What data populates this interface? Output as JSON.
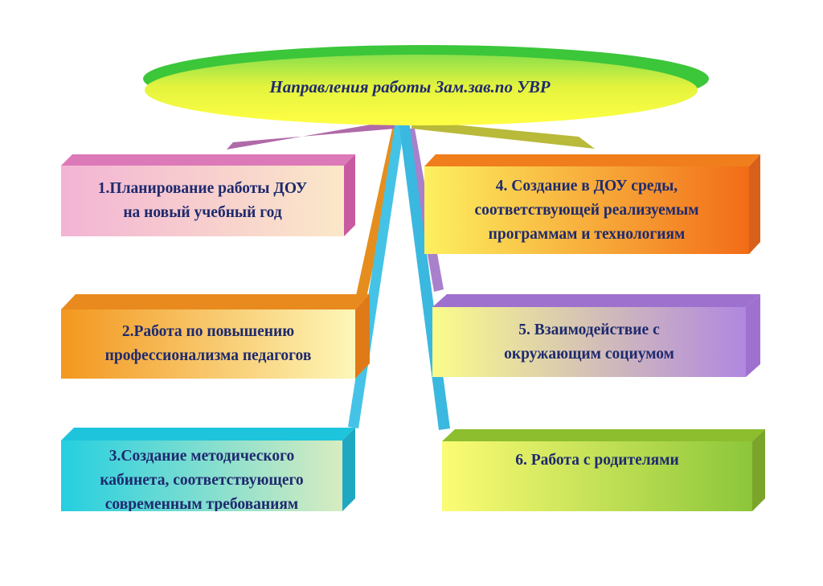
{
  "title": "Направления работы Зам.зав.по УВР",
  "colors": {
    "text": "#1e2a6e",
    "ellipse_top": "#3cc63a",
    "ellipse_face": "#f0f540",
    "connector_cyan": "#4cc6e6",
    "connector_orange": "#e89a2a",
    "connector_violet": "#a784c8",
    "connector_olive": "#b5b43a"
  },
  "boxes": [
    {
      "id": "1",
      "lines": [
        "1.Планирование работы ДОУ",
        "на новый учебный год"
      ],
      "color_face": "#f3c8d8",
      "color_side": "#c85ba0"
    },
    {
      "id": "2",
      "lines": [
        "2.Работа по повышению",
        "профессионализма педагогов"
      ],
      "color_face": "#f6a33a",
      "color_side": "#e07a18"
    },
    {
      "id": "3",
      "lines": [
        "3.Создание  методического",
        "кабинета, соответствующего",
        "современным требованиям"
      ],
      "color_face": "#3ad3dd",
      "color_side": "#1fa8c2"
    },
    {
      "id": "4",
      "lines": [
        "4. Создание в ДОУ среды,",
        "соответствующей реализуемым",
        "программам и технологиям"
      ],
      "color_face": "#f38d2a",
      "color_side": "#d7611a"
    },
    {
      "id": "5",
      "lines": [
        "5. Взаимодействие с",
        "окружающим социумом"
      ],
      "color_face": "#b893e0",
      "color_side": "#9f71cf"
    },
    {
      "id": "6",
      "lines": [
        "6. Работа с родителями"
      ],
      "color_face": "#90c83a",
      "color_side": "#7aa52a"
    }
  ]
}
